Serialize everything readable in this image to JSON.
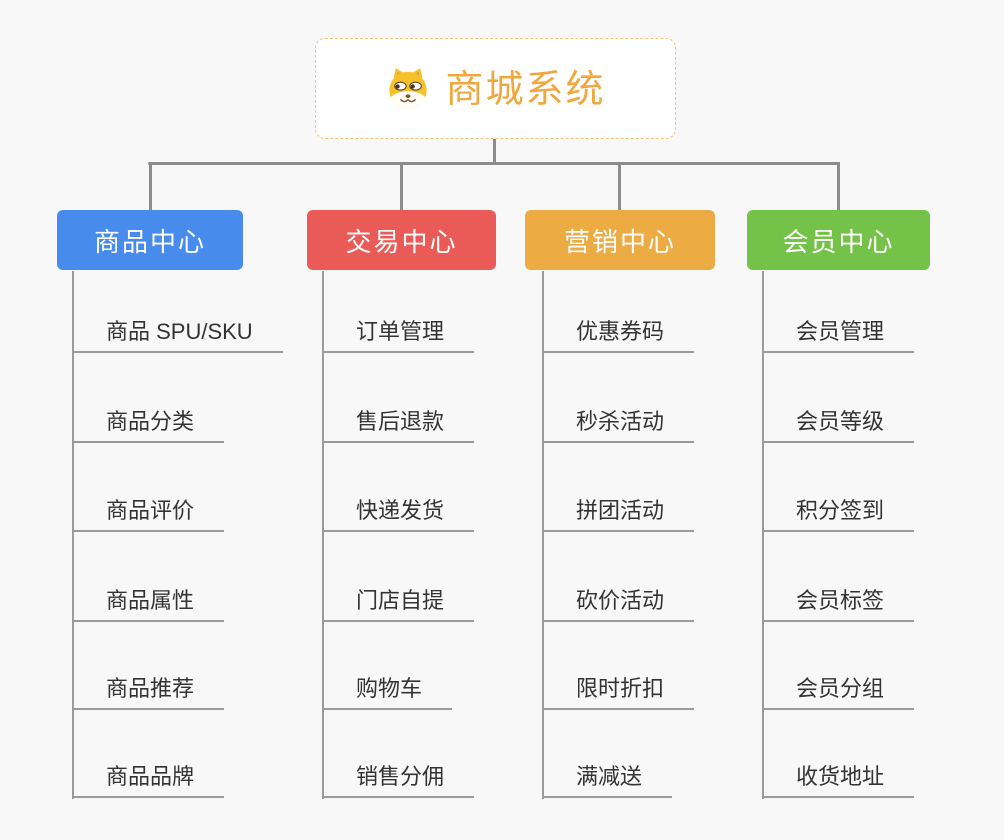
{
  "root": {
    "title": "商城系统",
    "icon": "shiba-dog-icon"
  },
  "branches": [
    {
      "label": "商品中心",
      "color": "#478cec",
      "items": [
        "商品 SPU/SKU",
        "商品分类",
        "商品评价",
        "商品属性",
        "商品推荐",
        "商品品牌"
      ]
    },
    {
      "label": "交易中心",
      "color": "#ea5b58",
      "items": [
        "订单管理",
        "售后退款",
        "快递发货",
        "门店自提",
        "购物车",
        "销售分佣"
      ]
    },
    {
      "label": "营销中心",
      "color": "#ecab43",
      "items": [
        "优惠券码",
        "秒杀活动",
        "拼团活动",
        "砍价活动",
        "限时折扣",
        "满减送"
      ]
    },
    {
      "label": "会员中心",
      "color": "#74c247",
      "items": [
        "会员管理",
        "会员等级",
        "积分签到",
        "会员标签",
        "会员分组",
        "收货地址"
      ]
    }
  ],
  "colors": {
    "background": "#f8f8f8",
    "root_accent": "#f0a73e",
    "root_border": "#f2c27e",
    "connector": "#8c8c8c",
    "leaf_underline": "#9a9a9a",
    "leaf_text": "#333333"
  }
}
